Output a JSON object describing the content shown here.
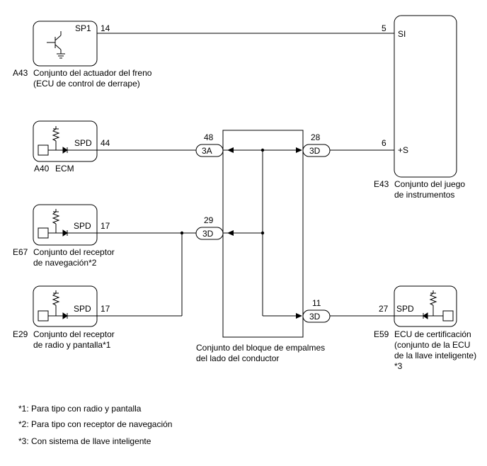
{
  "components": {
    "brake": {
      "code": "A43",
      "name_line1": "Conjunto del actuador del freno",
      "name_line2": "(ECU de control de derrape)",
      "terminal": "SP1",
      "pin": "14"
    },
    "ecm": {
      "code": "A40",
      "name_line1": "ECM",
      "terminal": "SPD",
      "pin": "44"
    },
    "nav": {
      "code": "E67",
      "name_line1": "Conjunto del receptor",
      "name_line2": "de navegación*2",
      "terminal": "SPD",
      "pin": "17"
    },
    "radio": {
      "code": "E29",
      "name_line1": "Conjunto del receptor",
      "name_line2": "de radio y pantalla*1",
      "terminal": "SPD",
      "pin": "17"
    },
    "meter": {
      "code": "E43",
      "name_line1": "Conjunto del juego",
      "name_line2": "de instrumentos",
      "terminal_si": "SI",
      "pin_si": "5",
      "terminal_s": "+S",
      "pin_s": "6"
    },
    "cert": {
      "code": "E59",
      "name_line1": "ECU de certificación",
      "name_line2": "(conjunto de la ECU",
      "name_line3": "de la llave inteligente)",
      "name_line4": "*3",
      "terminal": "SPD",
      "pin": "27"
    },
    "junction": {
      "name_line1": "Conjunto del bloque de empalmes",
      "name_line2": "del lado del conductor"
    }
  },
  "connectors": {
    "c3a": {
      "label": "3A",
      "pin": "48"
    },
    "c3d_top": {
      "label": "3D",
      "pin": "28"
    },
    "c3d_mid": {
      "label": "3D",
      "pin": "29"
    },
    "c3d_bot": {
      "label": "3D",
      "pin": "11"
    }
  },
  "notes": [
    "*1: Para tipo con radio y pantalla",
    "*2: Para tipo con receptor de navegación",
    "*3: Con sistema de llave inteligente"
  ]
}
